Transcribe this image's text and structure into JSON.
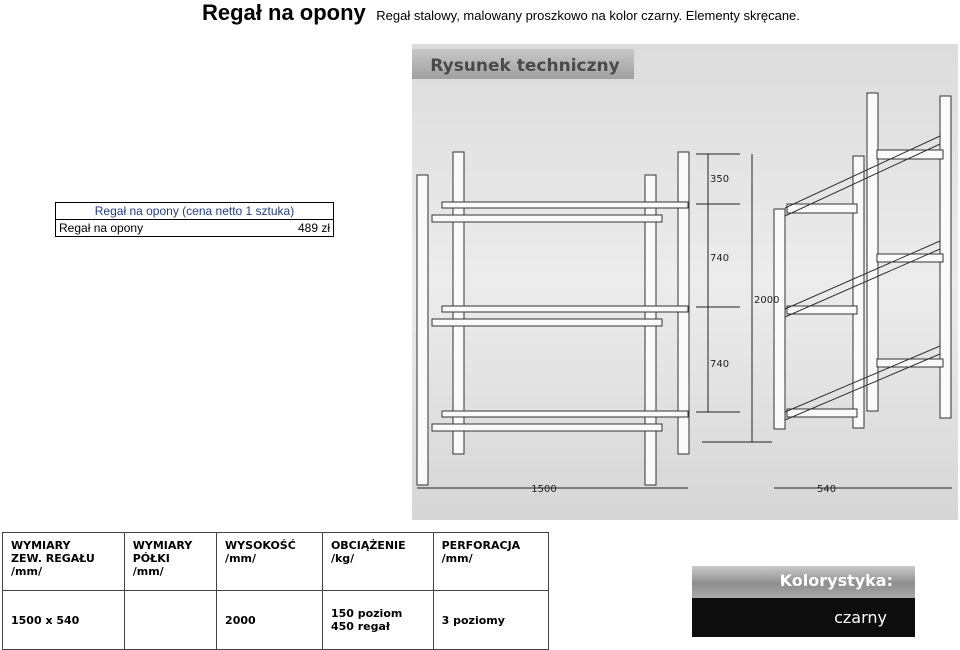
{
  "header": {
    "title": "Regał na opony",
    "subtitle": "Regał stalowy, malowany proszkowo na kolor czarny. Elementy skręcane."
  },
  "price_table": {
    "header": "Regał na opony (cena netto 1 sztuka)",
    "rows": [
      {
        "name": "Regał na opony",
        "price": "489 zł"
      }
    ]
  },
  "drawing": {
    "banner": "Rysunek techniczny",
    "dimensions": {
      "top_gap": "350",
      "level_gap_1": "740",
      "level_gap_2": "740",
      "total_height": "2000",
      "width": "1500",
      "depth": "540"
    }
  },
  "spec_table": {
    "headers": [
      "WYMIARY\nZEW. REGAŁU\n/mm/",
      "WYMIARY\nPÓŁKI\n/mm/",
      "WYSOKOŚĆ\n/mm/",
      "OBCIĄŻENIE\n/kg/",
      "PERFORACJA\n/mm/"
    ],
    "values": [
      "1500 x 540",
      "",
      "2000",
      "150 poziom\n450 regał",
      "3 poziomy"
    ]
  },
  "colors_panel": {
    "title": "Kolorystyka:",
    "value": "czarny"
  }
}
